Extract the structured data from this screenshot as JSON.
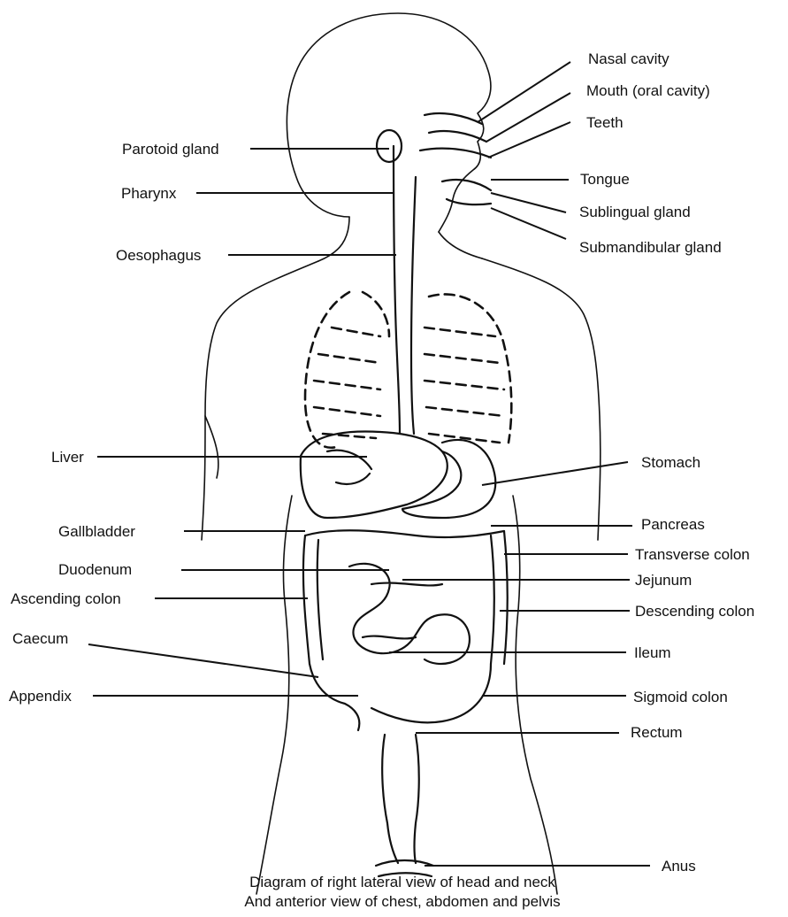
{
  "labels": {
    "nasal_cavity": "Nasal cavity",
    "mouth": "Mouth (oral cavity)",
    "teeth": "Teeth",
    "parotoid_gland": "Parotoid gland",
    "tongue": "Tongue",
    "pharynx": "Pharynx",
    "sublingual_gland": "Sublingual gland",
    "submandibular_gland": "Submandibular gland",
    "oesophagus": "Oesophagus",
    "liver": "Liver",
    "stomach": "Stomach",
    "gallbladder": "Gallbladder",
    "pancreas": "Pancreas",
    "duodenum": "Duodenum",
    "transverse_colon": "Transverse colon",
    "jejunum": "Jejunum",
    "ascending_colon": "Ascending colon",
    "descending_colon": "Descending colon",
    "caecum": "Caecum",
    "ileum": "Ileum",
    "appendix": "Appendix",
    "sigmoid_colon": "Sigmoid colon",
    "rectum": "Rectum",
    "anus": "Anus"
  },
  "caption": {
    "line1": "Diagram of right lateral view of head and neck",
    "line2": "And anterior view of chest, abdomen and pelvis"
  }
}
